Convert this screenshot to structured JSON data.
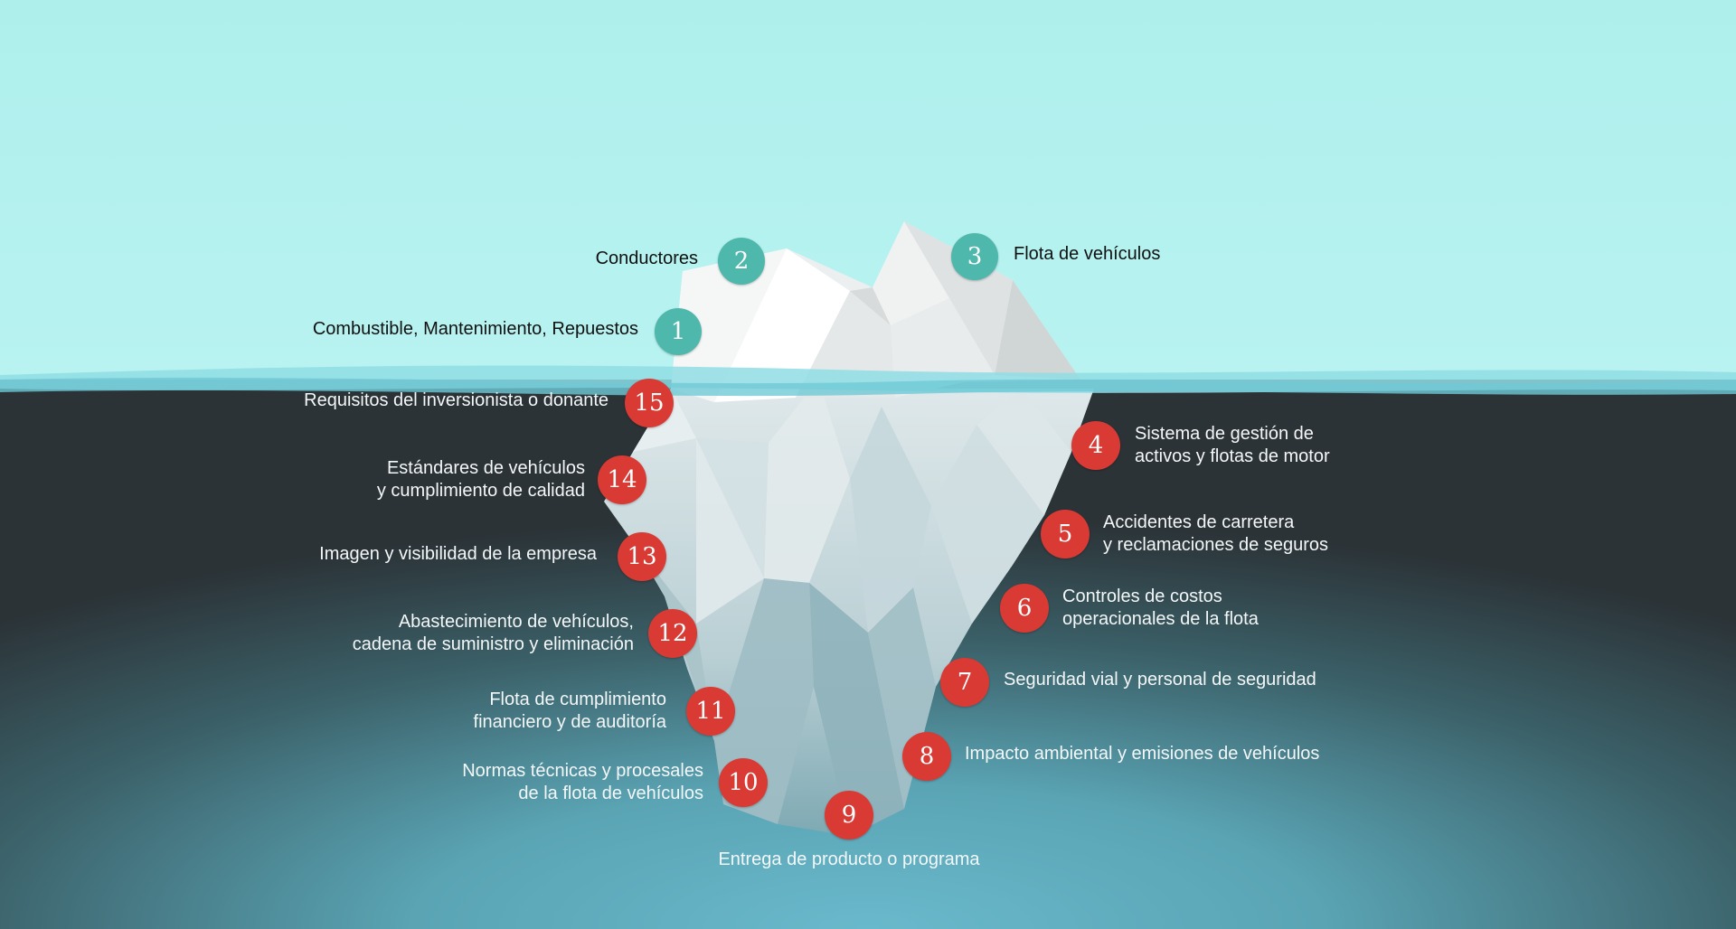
{
  "colors": {
    "sky": "#aeeeec",
    "water_surface": "#7fd6df",
    "deep_water_center": "#66b4c6",
    "deep_water_edge": "#2b3337",
    "ice": "#eef1f1",
    "teal_badge": "#4fb8ad",
    "red_badge": "#d93a34"
  },
  "above_water": [
    {
      "number": "2",
      "lines": [
        "Conductores"
      ]
    },
    {
      "number": "3",
      "lines": [
        "Flota de vehículos"
      ]
    },
    {
      "number": "1",
      "lines": [
        "Combustible, Mantenimiento, Repuestos"
      ]
    }
  ],
  "below_water": [
    {
      "number": "15",
      "lines": [
        "Requisitos del inversionista o donante"
      ]
    },
    {
      "number": "14",
      "lines": [
        "Estándares de vehículos",
        "y cumplimiento de calidad"
      ]
    },
    {
      "number": "13",
      "lines": [
        "Imagen y visibilidad de la empresa"
      ]
    },
    {
      "number": "12",
      "lines": [
        "Abastecimiento de vehículos,",
        "cadena de suministro y eliminación"
      ]
    },
    {
      "number": "11",
      "lines": [
        "Flota de cumplimiento",
        "financiero y de auditoría"
      ]
    },
    {
      "number": "10",
      "lines": [
        "Normas técnicas y procesales",
        "de la flota de vehículos"
      ]
    },
    {
      "number": "9",
      "lines": [
        "Entrega de producto o programa"
      ]
    },
    {
      "number": "8",
      "lines": [
        "Impacto ambiental y emisiones de vehículos"
      ]
    },
    {
      "number": "7",
      "lines": [
        "Seguridad vial y personal de seguridad"
      ]
    },
    {
      "number": "6",
      "lines": [
        "Controles de costos",
        "operacionales de la flota"
      ]
    },
    {
      "number": "5",
      "lines": [
        "Accidentes de carretera",
        "y reclamaciones de seguros"
      ]
    },
    {
      "number": "4",
      "lines": [
        "Sistema de gestión de",
        "activos y flotas de motor"
      ]
    }
  ]
}
